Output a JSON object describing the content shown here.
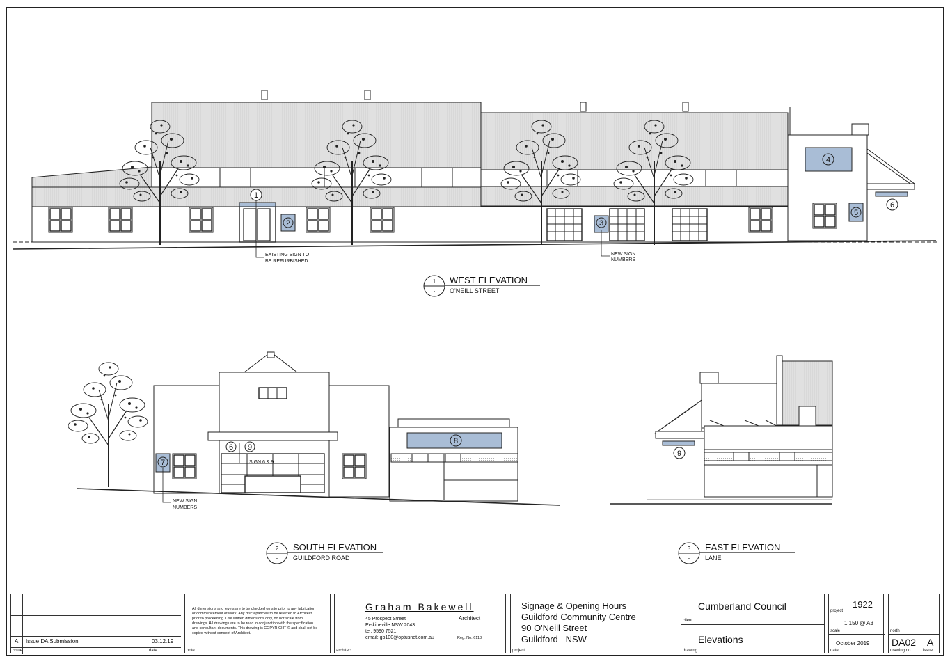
{
  "drawing": {
    "west": {
      "number": "1",
      "sheet_ref": "-",
      "title": "WEST ELEVATION",
      "subtitle": "O'NEILL STREET",
      "notes": [
        "EXISTING SIGN TO",
        "BE REFURBISHED",
        "NEW SIGN",
        "NUMBERS"
      ],
      "sign_tags": [
        "1",
        "2",
        "3",
        "4",
        "5",
        "6"
      ]
    },
    "south": {
      "number": "2",
      "sheet_ref": "-",
      "title": "SOUTH ELEVATION",
      "subtitle": "GUILDFORD ROAD",
      "notes": [
        "NEW SIGN",
        "NUMBERS",
        "SIGN 6 & 9"
      ],
      "sign_tags": [
        "6",
        "9",
        "7",
        "8"
      ]
    },
    "east": {
      "number": "3",
      "sheet_ref": "-",
      "title": "EAST ELEVATION",
      "subtitle": "LANE",
      "sign_tags": [
        "9"
      ]
    },
    "colors": {
      "line": "#222222",
      "roof": "#dcdcdc",
      "sign": "#a9bdd6",
      "tree": "#1a1a1a"
    }
  },
  "title_block": {
    "revisions": {
      "issue": "A",
      "description": "Issue DA Submission",
      "date": "03.12.19",
      "col_issue": "issue",
      "col_date": "date"
    },
    "note": {
      "text": "All dimensions and levels are to be checked on site prior to any fabrication or commencement of work. Any discrepancies to be referred to Architect prior to proceeding. Use written dimensions only, do not scale from drawings. All drawings are to be read in conjunction with the specification and consultant documents. This drawing is COPYRIGHT © and shall not be copied without consent of Architect.",
      "label": "note"
    },
    "architect": {
      "name": "Graham Bakewell",
      "role": "Architect",
      "address1": "45 Prospect Street",
      "address2": "Erskineville NSW 2043",
      "tel": "tel: 9590 7521",
      "email": "email: gb100@optusnet.com.au",
      "reg": "Reg. No. 6118",
      "label": "architect"
    },
    "project": {
      "line1": "Signage & Opening Hours",
      "line2": "Guildford Community Centre",
      "line3": "90 O'Neill Street",
      "line4": "Guildford   NSW",
      "label": "project"
    },
    "client": {
      "name": "Cumberland Council",
      "label": "client"
    },
    "drawing_title": {
      "name": "Elevations",
      "label": "drawing"
    },
    "project_no": {
      "value": "1922",
      "label": "project"
    },
    "scale": {
      "value": "1:150 @ A3",
      "label": "scale"
    },
    "date": {
      "value": "October 2019",
      "label": "date"
    },
    "north": {
      "label": "north"
    },
    "drawing_no": {
      "value": "DA02",
      "label": "drawing no."
    },
    "issue": {
      "value": "A",
      "label": "issue"
    }
  }
}
